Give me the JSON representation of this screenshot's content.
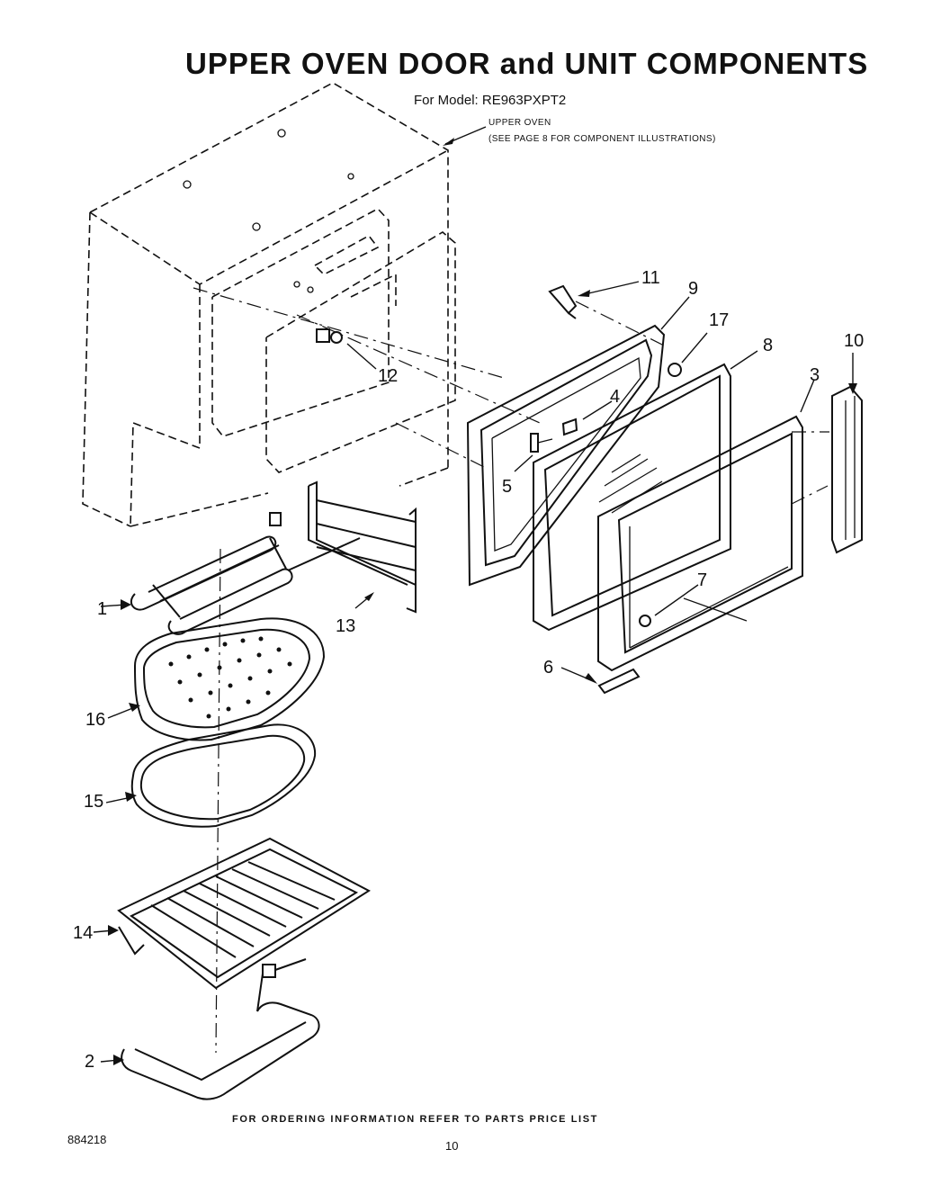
{
  "header": {
    "title": "UPPER OVEN DOOR and UNIT COMPONENTS",
    "model": "For Model: RE963PXPT2"
  },
  "reference_note": {
    "line1": "UPPER OVEN",
    "line2": "(SEE PAGE 8 FOR COMPONENT ILLUSTRATIONS)"
  },
  "callouts": {
    "c1": "1",
    "c2": "2",
    "c3": "3",
    "c4": "4",
    "c5": "5",
    "c6": "6",
    "c7": "7",
    "c8": "8",
    "c9": "9",
    "c10": "10",
    "c11": "11",
    "c12": "12",
    "c13": "13",
    "c14": "14",
    "c15": "15",
    "c16": "16",
    "c17": "17"
  },
  "footer": {
    "ordering_note": "FOR ORDERING INFORMATION REFER TO PARTS PRICE LIST",
    "document_number": "884218",
    "page_number": "10"
  }
}
